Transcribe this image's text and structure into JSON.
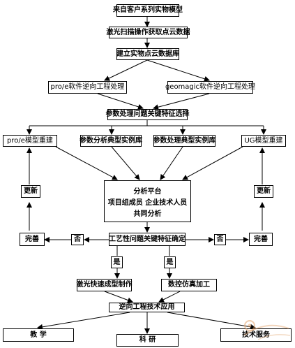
{
  "nodes": {
    "source_parts": "来自客户系列实物模型",
    "laser_scan": "激光扫描操作获取点云数据",
    "build_cloud_db": "建立实物点云数据库",
    "proe_reverse": "pro/e软件逆向工程处理",
    "geomagic_reverse": "geomagic软件逆向工程处理",
    "param_selection": "参数处理问题关键特征选择",
    "proe_modeling": "pro/e模型重建",
    "param_analysis_lib": "参数分析典型实例库",
    "param_process_lib": "参数处理典型实例库",
    "ug_modeling": "UG模型重建",
    "update_left": "更新",
    "update_right": "更新",
    "analysis_platform": {
      "title": "分析平台",
      "line1": "项目组成员    企业技术人员",
      "line2": "共同分析"
    },
    "perfect_left": "完善",
    "perfect_right": "完善",
    "no_left": "否",
    "no_right": "否",
    "process_confirm": "工艺性问题关键特征确定",
    "yes_left": "是",
    "yes_right": "是",
    "laser_rapid": "激光快速成型制作",
    "cnc_sim": "数控仿真加工",
    "reverse_application": "逆向工程技术应用",
    "teaching": "教  学",
    "research": "科  研",
    "tech_service": "技术服务"
  },
  "colors": {
    "line": "#000000",
    "background": "#ffffff",
    "watermark": "#e2a26a"
  }
}
